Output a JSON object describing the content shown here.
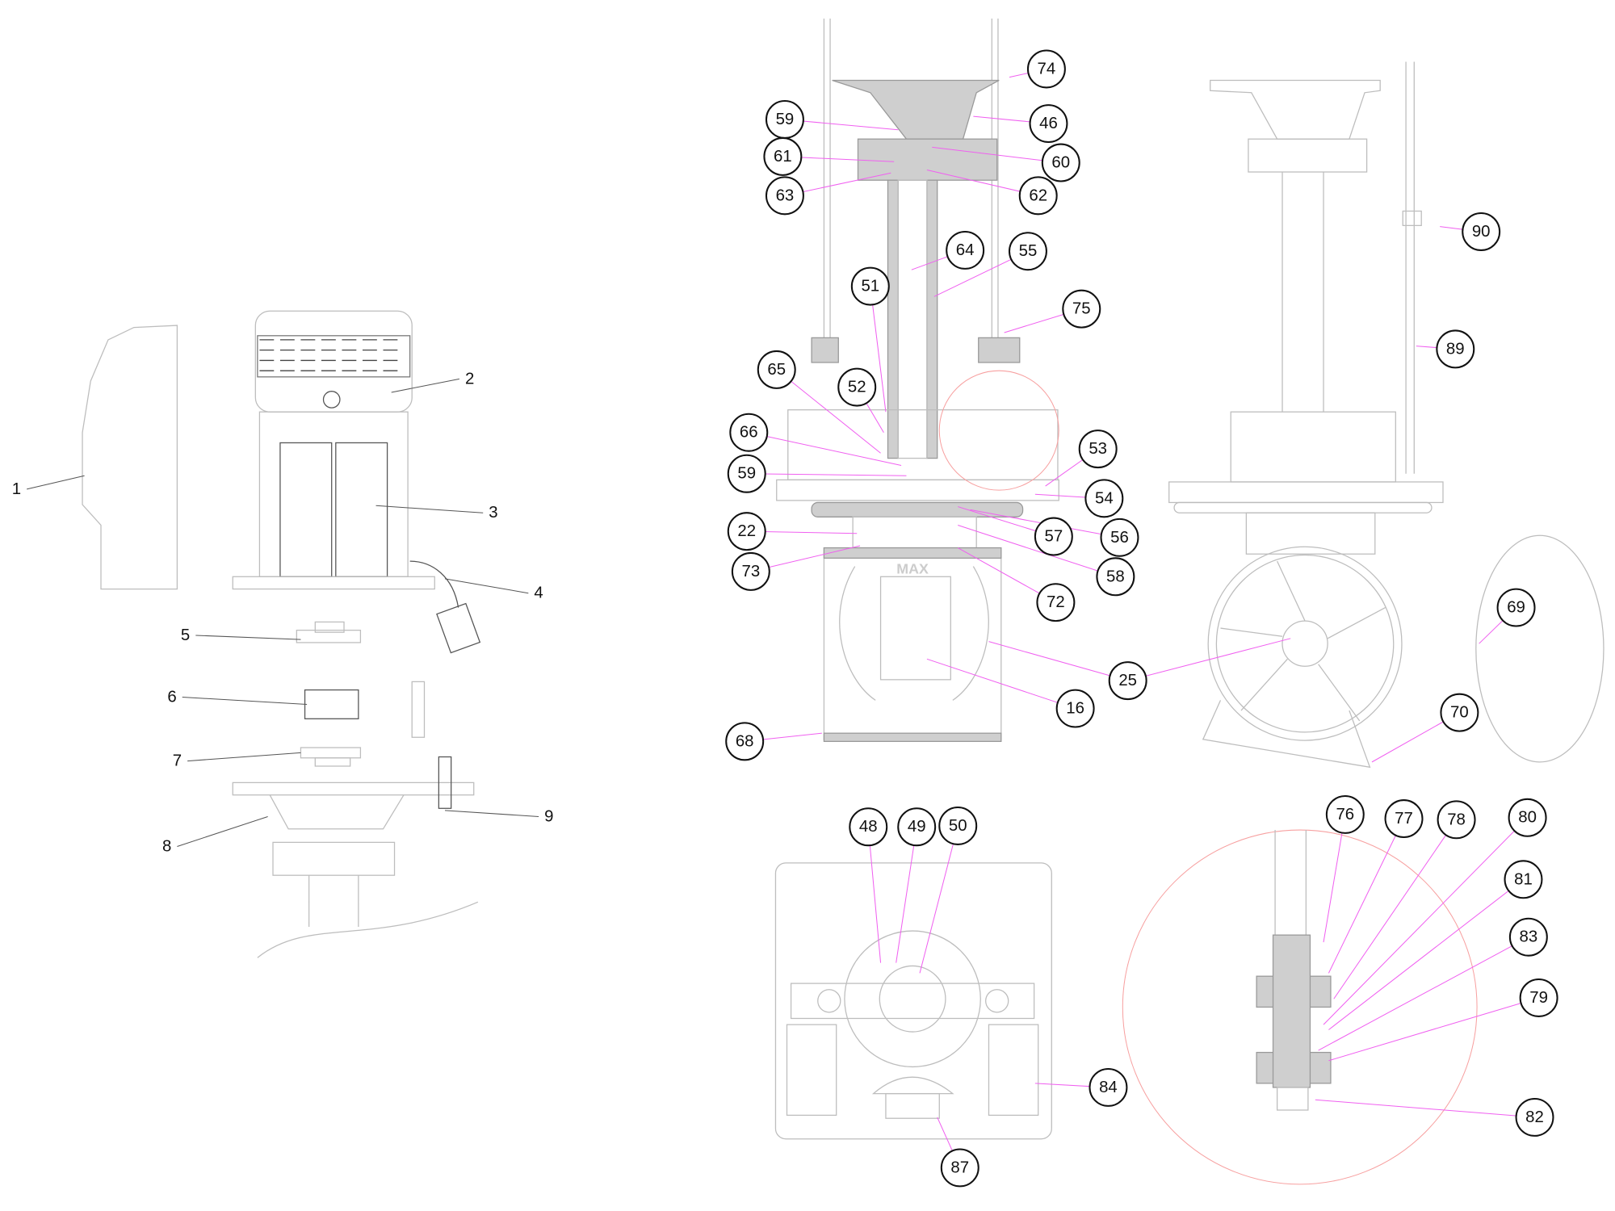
{
  "drawing": {
    "logo_text": "MAX",
    "exploded_view_labels": [
      "1",
      "2",
      "3",
      "4",
      "5",
      "6",
      "7",
      "8",
      "9"
    ],
    "balloons": [
      "74",
      "59",
      "46",
      "61",
      "60",
      "63",
      "62",
      "64",
      "55",
      "51",
      "75",
      "65",
      "52",
      "53",
      "66",
      "59",
      "54",
      "22",
      "57",
      "56",
      "73",
      "58",
      "72",
      "25",
      "16",
      "68",
      "90",
      "89",
      "69",
      "70",
      "48",
      "49",
      "50",
      "84",
      "87",
      "76",
      "77",
      "78",
      "80",
      "81",
      "83",
      "79",
      "82"
    ]
  }
}
